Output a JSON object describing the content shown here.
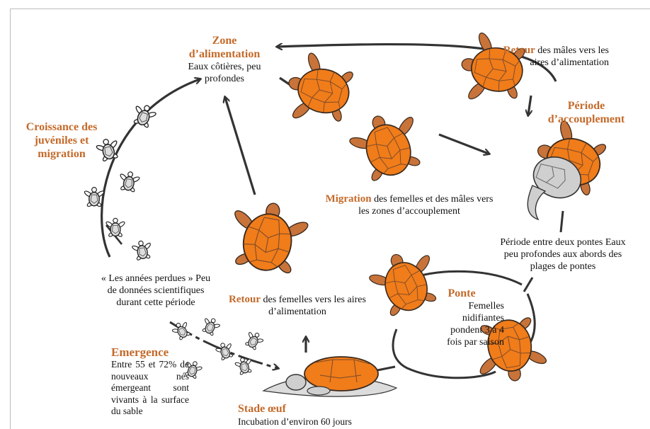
{
  "labels": {
    "zone": {
      "title": "Zone d’alimentation",
      "text": "Eaux côtières, peu profondes"
    },
    "retour_males": {
      "title": "Retour",
      "text": " des mâles vers les aires d’alimentation"
    },
    "periode": {
      "title": "Période d’accouplement"
    },
    "croissance": {
      "title": "Croissance des juvéniles et migration"
    },
    "migration": {
      "title": "Migration",
      "text": " des femelles et des mâles vers les zones d’accouplement"
    },
    "entre_pontes": {
      "text": "Période entre deux pontes Eaux peu profondes aux abords des plages de pontes"
    },
    "annees": {
      "text": "« Les années perdues » Peu de données scientifiques durant cette période"
    },
    "retour_femelles": {
      "title": "Retour",
      "text": " des femelles vers les aires d’alimentation"
    },
    "ponte": {
      "title": "Ponte",
      "text": "Femelles nidifiantes pondent 3 à 4 fois par saison"
    },
    "emergence": {
      "title": "Emergence",
      "text": "Entre 55 et 72% de nouveaux nés émergeant sont vivants à la surface du sable"
    },
    "stade": {
      "title": "Stade œuf",
      "text": "Incubation d’environ 60 jours"
    }
  },
  "colors": {
    "title": "#c46a2a",
    "shell": "#f07c1a",
    "outline": "#3a2a1e",
    "flipper": "#c8733a",
    "arrow": "#333333"
  },
  "icons": [
    "adult-turtle-icon",
    "hatchling-icon",
    "mating-turtles-icon",
    "nesting-turtle-icon"
  ]
}
